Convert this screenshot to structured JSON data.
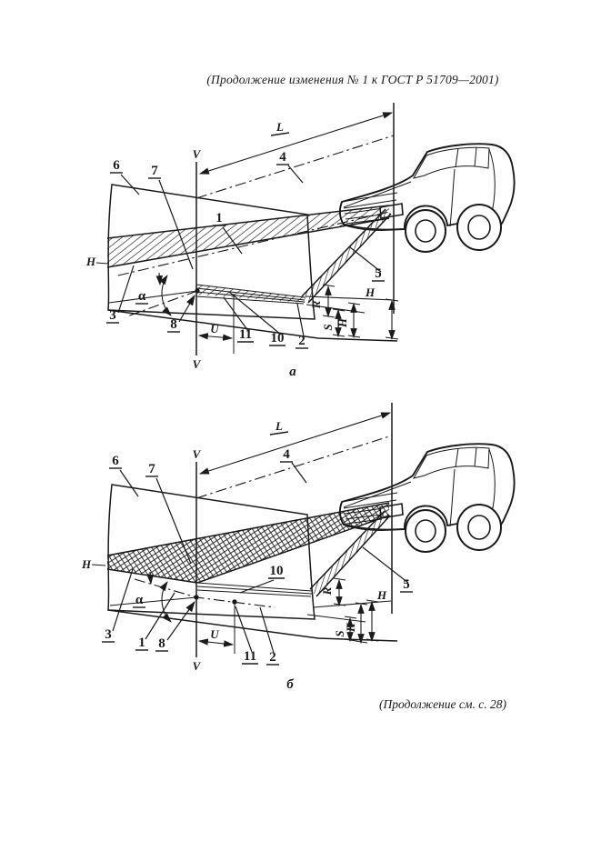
{
  "page": {
    "header": "(Продолжение изменения № 1 к ГОСТ  Р 51709—2001)",
    "footer": "(Продолжение см. с. 28)",
    "ink_color": "#1a1a1a",
    "paper_color": "#ffffff"
  },
  "labels": {
    "v": "V",
    "l": "L",
    "h": "H",
    "u": "U",
    "r": "R",
    "s": "S",
    "alpha": "α",
    "n1": "1",
    "n2": "2",
    "n3": "3",
    "n4": "4",
    "n5": "5",
    "n6": "6",
    "n7": "7",
    "n8": "8",
    "n10": "10",
    "n11": "11"
  },
  "diagrams": [
    {
      "caption": "а"
    },
    {
      "caption": "б"
    }
  ]
}
